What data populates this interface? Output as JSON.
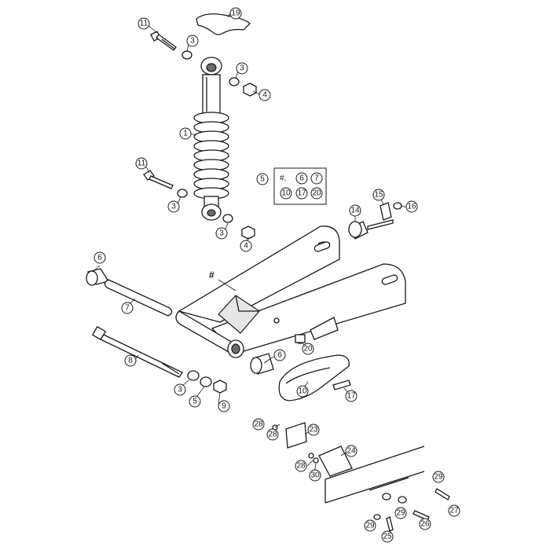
{
  "diagram": {
    "callouts": [
      {
        "label": "1"
      },
      {
        "label": "3"
      },
      {
        "label": "3"
      },
      {
        "label": "3"
      },
      {
        "label": "3"
      },
      {
        "label": "4"
      },
      {
        "label": "4"
      },
      {
        "label": "5"
      },
      {
        "label": "6"
      },
      {
        "label": "6"
      },
      {
        "label": "7"
      },
      {
        "label": "8"
      },
      {
        "label": "3"
      },
      {
        "label": "5"
      },
      {
        "label": "9"
      },
      {
        "label": "10"
      },
      {
        "label": "11"
      },
      {
        "label": "11"
      },
      {
        "label": "14"
      },
      {
        "label": "15"
      },
      {
        "label": "16"
      },
      {
        "label": "17"
      },
      {
        "label": "19"
      },
      {
        "label": "20"
      },
      {
        "label": "23"
      },
      {
        "label": "24"
      },
      {
        "label": "25"
      },
      {
        "label": "26"
      },
      {
        "label": "27"
      },
      {
        "label": "28"
      },
      {
        "label": "28"
      },
      {
        "label": "28"
      },
      {
        "label": "29"
      },
      {
        "label": "29"
      },
      {
        "label": "29"
      },
      {
        "label": "30"
      }
    ],
    "legend": {
      "hash_symbol": "#,",
      "items": [
        "6",
        "7",
        "10",
        "17",
        "20"
      ]
    },
    "swingarm_marker": "#"
  }
}
